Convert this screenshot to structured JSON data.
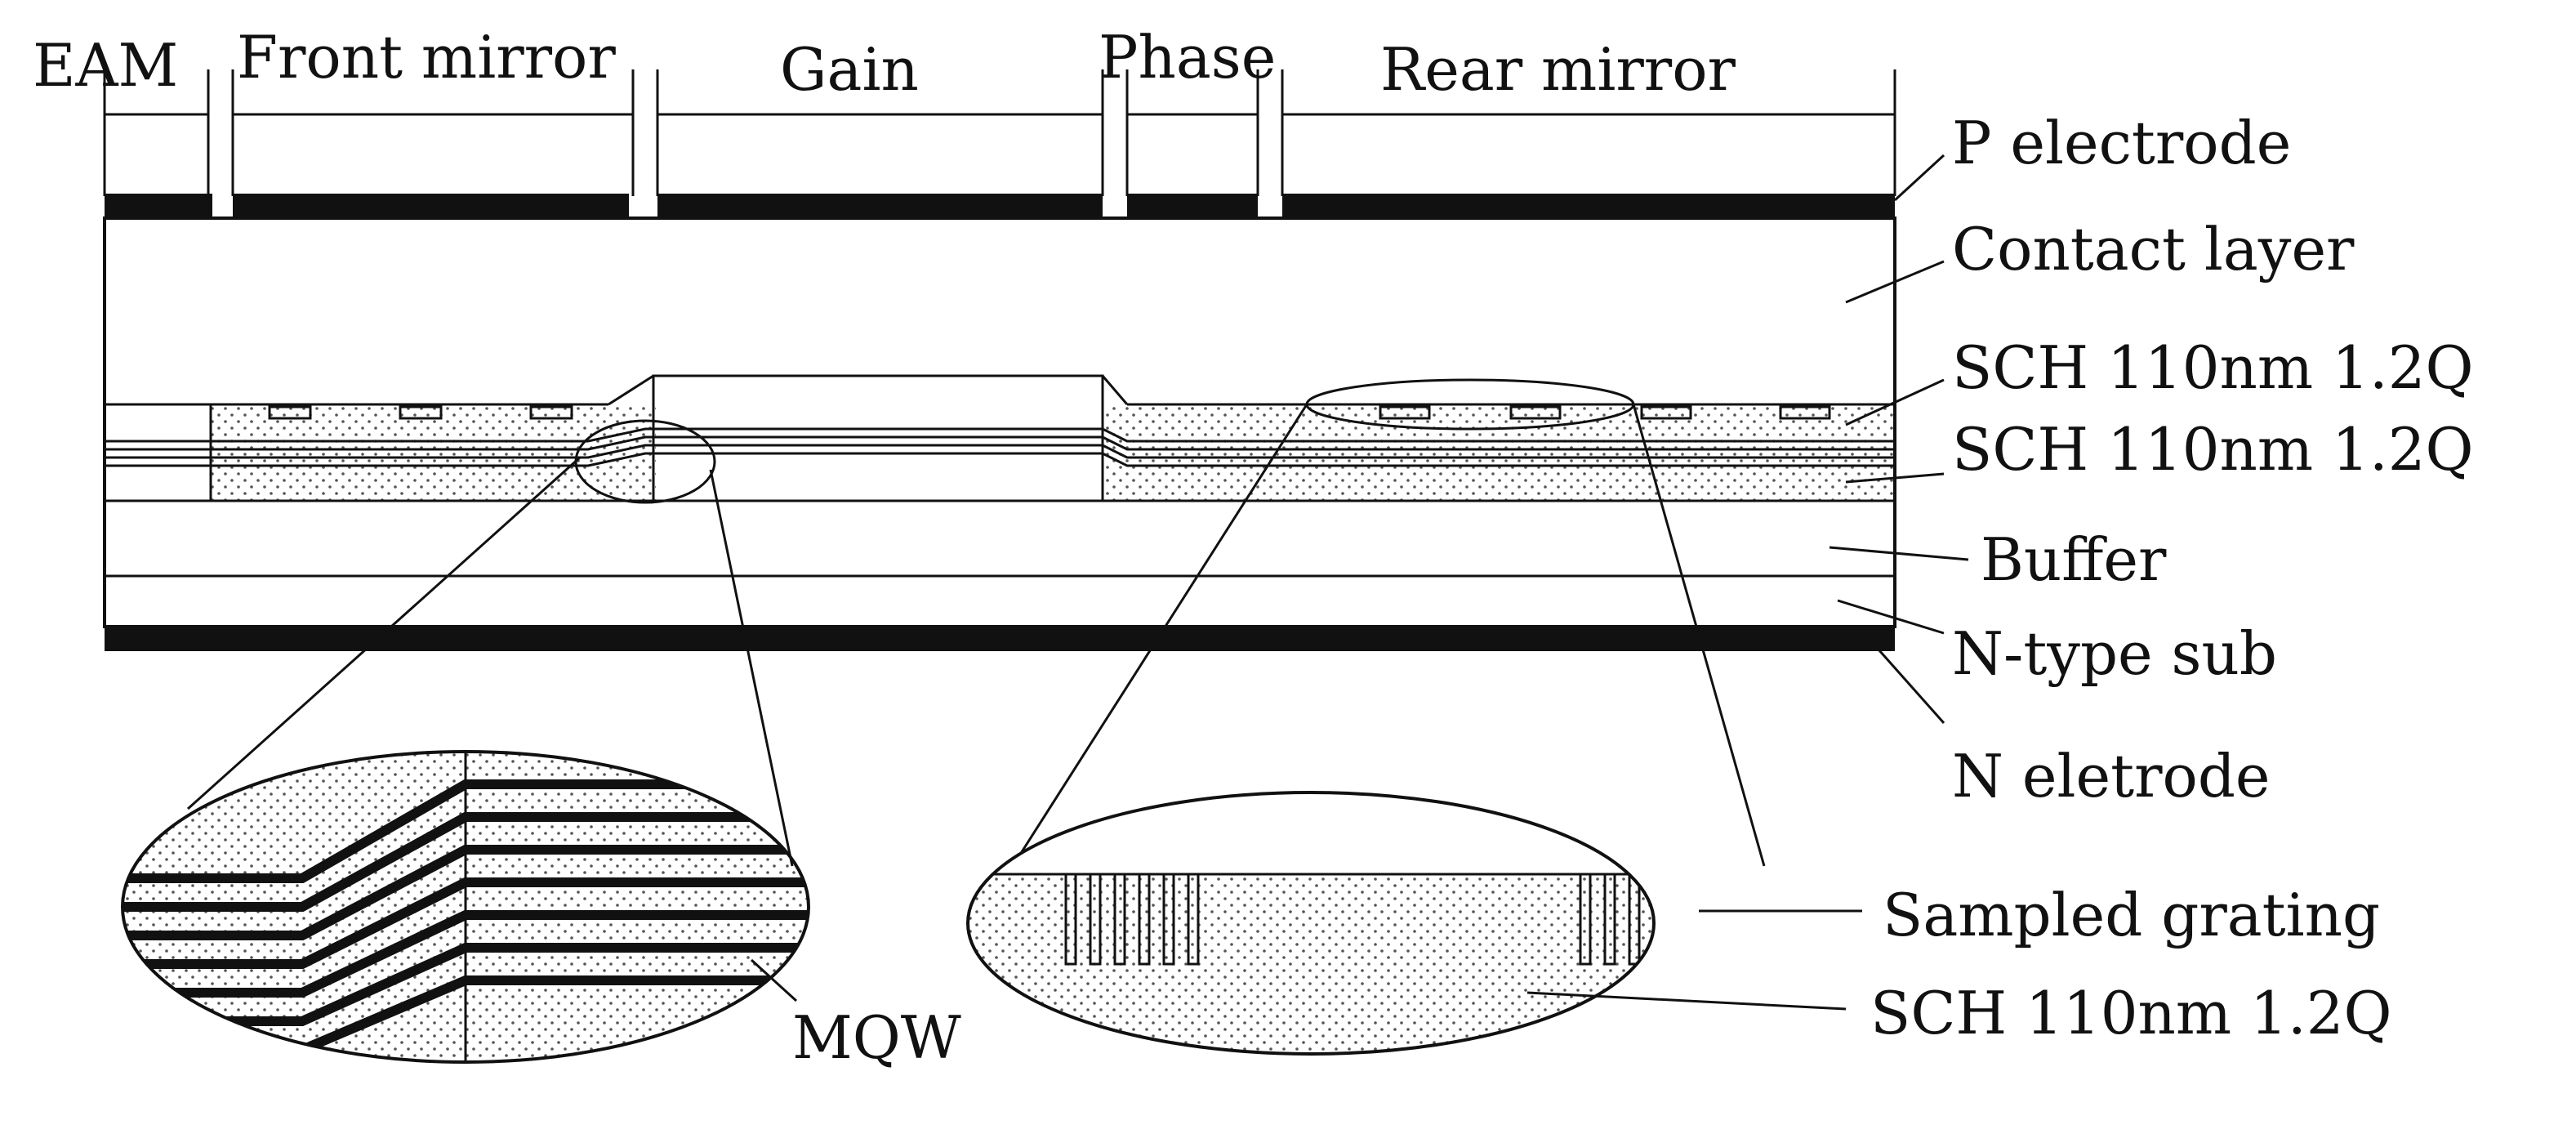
{
  "sections": {
    "eam": "EAM",
    "front_mirror": "Front mirror",
    "gain": "Gain",
    "phase": "Phase",
    "rear_mirror": "Rear mirror"
  },
  "layers": {
    "p_electrode": "P electrode",
    "contact_layer": "Contact layer",
    "sch_upper": "SCH 110nm 1.2Q",
    "sch_lower": "SCH 110nm 1.2Q",
    "buffer": "Buffer",
    "n_type_sub": "N-type sub",
    "n_electrode": "N eletrode"
  },
  "zoom": {
    "mqw": "MQW",
    "sampled_grating": "Sampled grating",
    "sch_zoom": "SCH 110nm 1.2Q"
  },
  "colors": {
    "line": "#111111",
    "electrode": "#111111",
    "background": "#ffffff",
    "dots": "#555555"
  }
}
